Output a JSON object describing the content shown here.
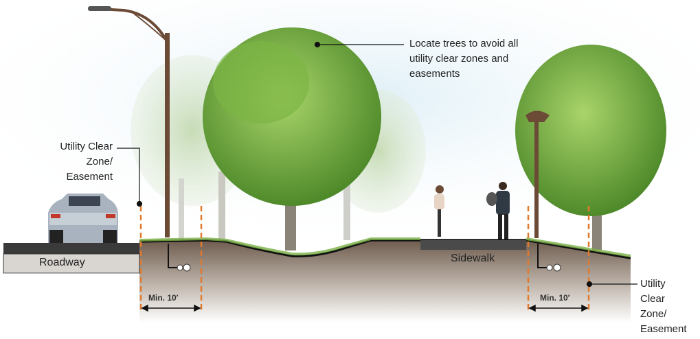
{
  "annotations": {
    "tree_note": "Locate trees to avoid all utility clear zones and easements",
    "left_utility": "Utility Clear Zone/ Easement",
    "right_utility": "Utility Clear Zone/ Easement",
    "left_min": "Min. 10′",
    "right_min": "Min. 10′"
  },
  "sections": {
    "roadway": "Roadway",
    "sidewalk": "Sidewalk"
  },
  "colors": {
    "clear_zone_line": "#e07a2f",
    "soil": "#7a6a5c",
    "foliage": "#6fa83a",
    "sky": "#dfeef5"
  }
}
